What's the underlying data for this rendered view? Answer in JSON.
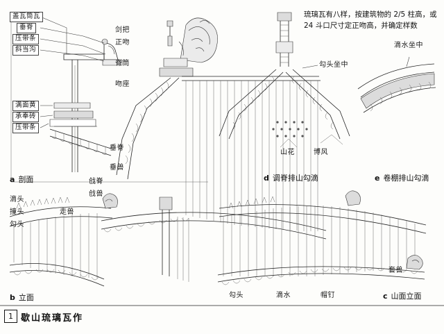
{
  "figure": {
    "number": "1",
    "title": "歇山琉璃瓦作"
  },
  "note": {
    "text": "琉璃瓦有八样，按建筑物的 2/5 柱高，或 24 斗口尺寸定正吻高，并确定样数"
  },
  "panels": [
    {
      "id": "a",
      "label": "a",
      "caption": "剖面"
    },
    {
      "id": "b",
      "label": "b",
      "caption": "立面"
    },
    {
      "id": "c",
      "label": "c",
      "caption": "山面立面"
    },
    {
      "id": "d",
      "label": "d",
      "caption": "调脊排山勾滴"
    },
    {
      "id": "e",
      "label": "e",
      "caption": "卷棚排山勾滴"
    }
  ],
  "labels_a": [
    {
      "text": "盖瓦筒瓦"
    },
    {
      "text": "垂脊"
    },
    {
      "text": "压带条"
    },
    {
      "text": "斜当沟"
    },
    {
      "text": "满面黄"
    },
    {
      "text": "承奉砖"
    },
    {
      "text": "压带条"
    }
  ],
  "labels_center_top": [
    {
      "text": "剑把"
    },
    {
      "text": "正吻"
    },
    {
      "text": "脊筒"
    },
    {
      "text": "吻座"
    }
  ],
  "labels_center_mid": [
    {
      "text": "垂脊"
    },
    {
      "text": "垂兽"
    },
    {
      "text": "戗脊"
    },
    {
      "text": "戗兽"
    }
  ],
  "labels_b": [
    {
      "text": "滴头"
    },
    {
      "text": "撞头"
    },
    {
      "text": "勾头"
    },
    {
      "text": "走兽"
    }
  ],
  "labels_c": [
    {
      "text": "套兽"
    },
    {
      "text": "勾头"
    },
    {
      "text": "滴水"
    },
    {
      "text": "帽钉"
    }
  ],
  "labels_d": [
    {
      "text": "勾头坐中"
    },
    {
      "text": "山花"
    },
    {
      "text": "博风"
    }
  ],
  "labels_e": [
    {
      "text": "滴水坐中"
    }
  ]
}
